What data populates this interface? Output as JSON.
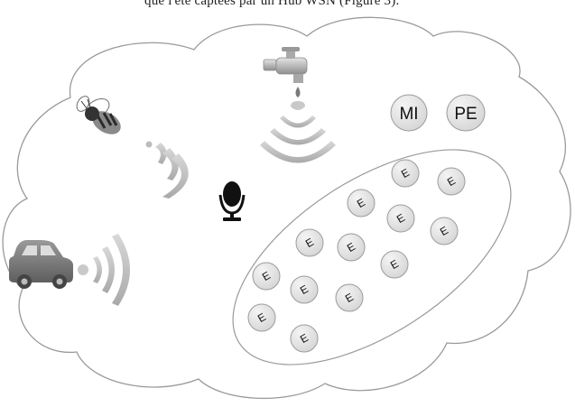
{
  "caption": "que l'été captées par un Hub WSN (Figure 3).",
  "nodes": {
    "mi_label": "MI",
    "pe_label": "PE",
    "e_label": "E"
  },
  "icons": [
    "bee-icon",
    "faucet-icon",
    "microphone-icon",
    "car-icon"
  ],
  "colors": {
    "cloud_outline": "#9a9a9a",
    "node_fill": "#e3e3e3",
    "node_stroke": "#9c9c9c",
    "wave": "#bdbdbd"
  }
}
